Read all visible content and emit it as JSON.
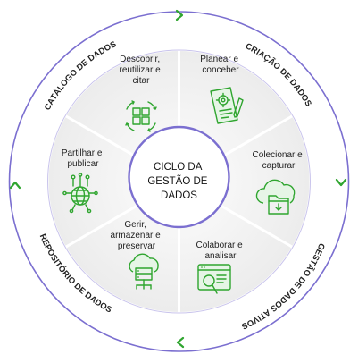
{
  "center": {
    "lines": [
      "CICLO DA",
      "GESTÃO DE",
      "DADOS"
    ]
  },
  "outer_ring": [
    {
      "label": "CATÁLOGO DE DADOS"
    },
    {
      "label": "CRIAÇÃO DE DADOS"
    },
    {
      "label": "GESTÃO DE DADOS ATIVOS"
    },
    {
      "label": "REPOSITÓRIO DE DADOS"
    }
  ],
  "segments": [
    {
      "lines": [
        "Descobrir,",
        "reutilizar e",
        "citar"
      ],
      "icon": "puzzle-cycle-icon"
    },
    {
      "lines": [
        "Planear e",
        "conceber"
      ],
      "icon": "document-gear-icon"
    },
    {
      "lines": [
        "Colecionar e",
        "capturar"
      ],
      "icon": "cloud-folder-icon"
    },
    {
      "lines": [
        "Colaborar e",
        "analisar"
      ],
      "icon": "browser-magnifier-icon"
    },
    {
      "lines": [
        "Gerir,",
        "armazenar e",
        "preservar"
      ],
      "icon": "cloud-server-icon"
    },
    {
      "lines": [
        "Partilhar e",
        "publicar"
      ],
      "icon": "globe-network-icon"
    }
  ],
  "arrows": [
    "chevron-right-icon",
    "chevron-down-icon",
    "chevron-left-icon",
    "chevron-up-icon"
  ],
  "colors": {
    "accent": "#2fa52f",
    "ring_border": "#7b6fd0",
    "segment_fill": "#f2f2f2",
    "divider": "#ffffff"
  }
}
